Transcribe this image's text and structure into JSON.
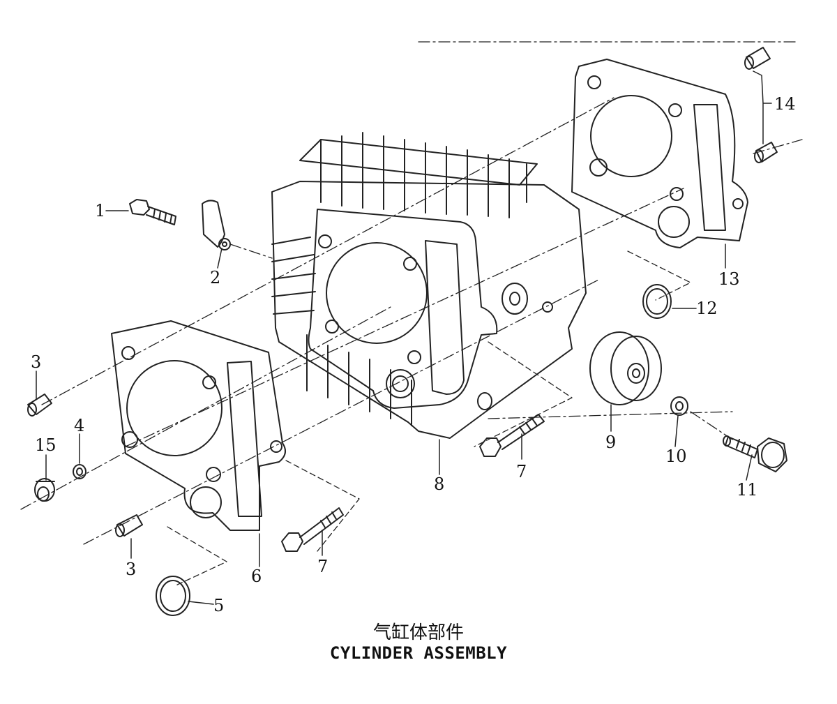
{
  "diagram": {
    "caption_cn": "气缸体部件",
    "caption_en": "CYLINDER ASSEMBLY",
    "callouts": [
      "1",
      "2",
      "3",
      "4",
      "5",
      "6",
      "7",
      "8",
      "9",
      "10",
      "11",
      "12",
      "13",
      "14",
      "15"
    ]
  }
}
